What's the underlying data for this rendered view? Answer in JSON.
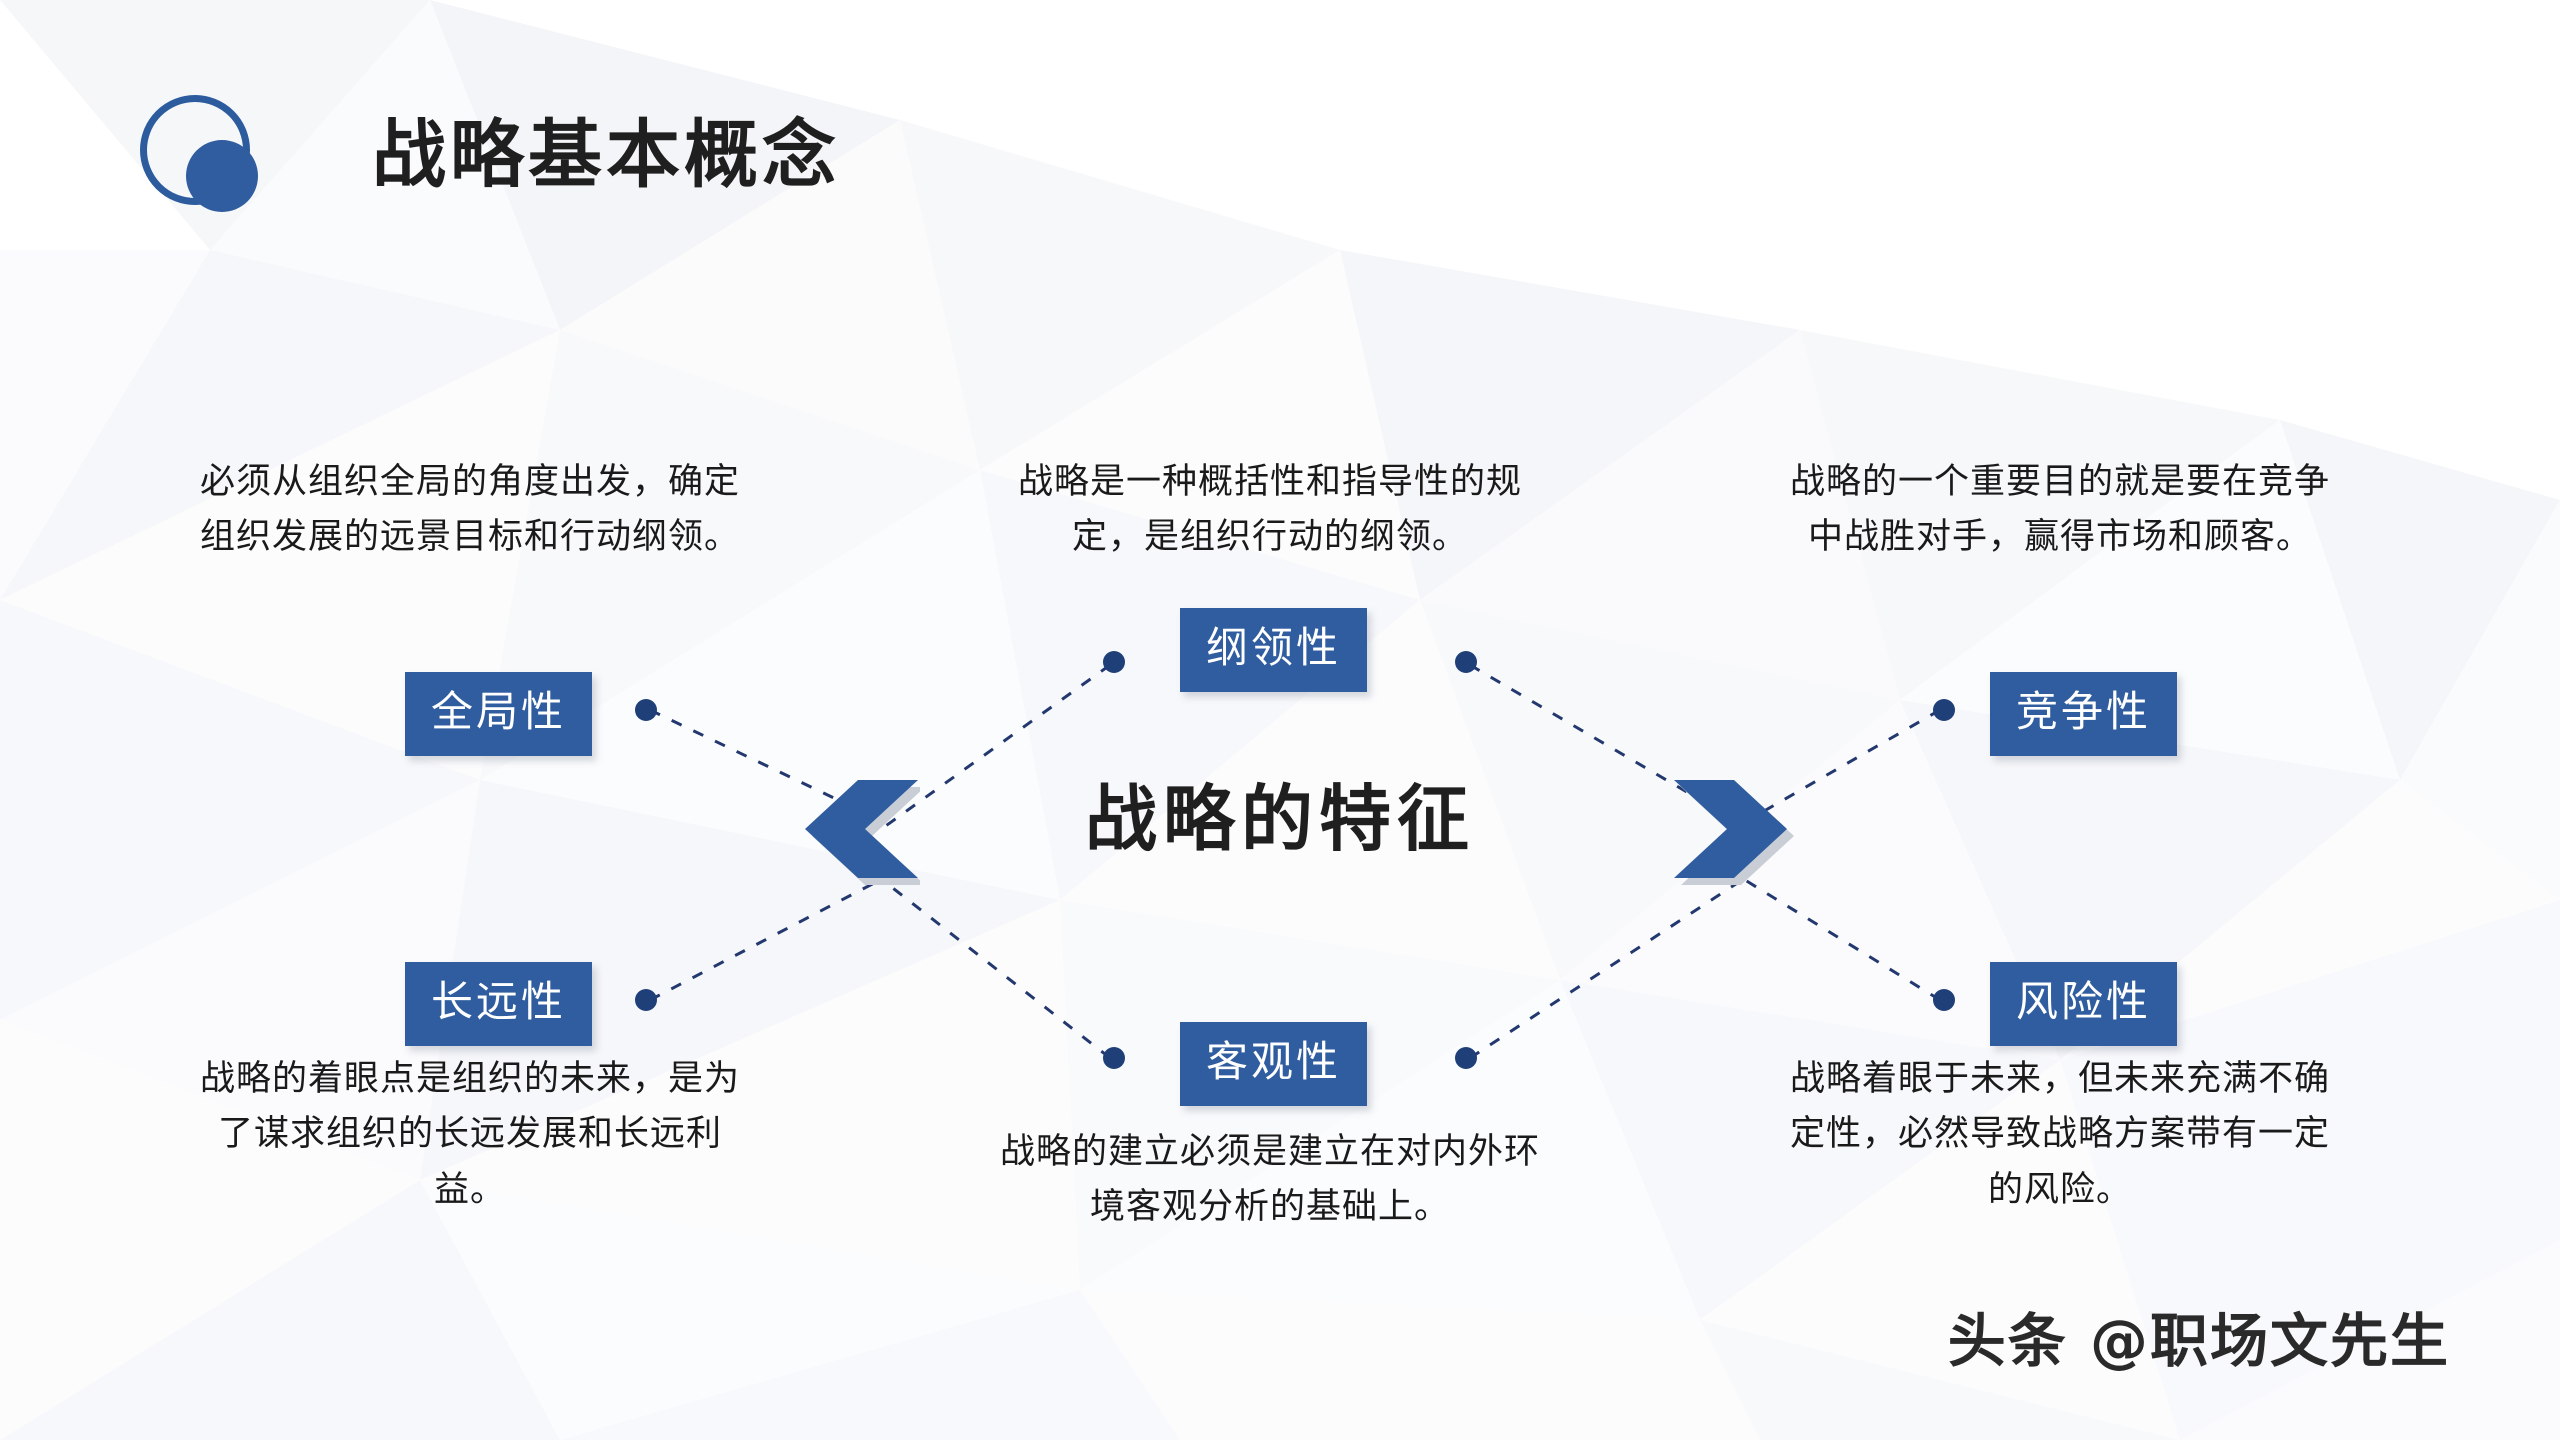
{
  "header": {
    "title": "战略基本概念",
    "logo_icon": "circle-dot-icon"
  },
  "center": {
    "title": "战略的特征",
    "left_arrow_icon": "chevron-left-icon",
    "right_arrow_icon": "chevron-right-icon"
  },
  "colors": {
    "accent": "#2f5d9f",
    "accent_dark": "#1f3f78",
    "text": "#1a1a1a",
    "title": "#1f1f1f",
    "background": "#ffffff"
  },
  "features": [
    {
      "id": "quanjuxing",
      "label": "全局性",
      "description": "必须从组织全局的角度出发，确定组织发展的远景目标和行动纲领。"
    },
    {
      "id": "gangling",
      "label": "纲领性",
      "description": "战略是一种概括性和指导性的规定，是组织行动的纲领。"
    },
    {
      "id": "jingzhengxing",
      "label": "竞争性",
      "description": "战略的一个重要目的就是要在竞争中战胜对手，赢得市场和顾客。"
    },
    {
      "id": "changyuanxing",
      "label": "长远性",
      "description": "战略的着眼点是组织的未来，是为了谋求组织的长远发展和长远利益。"
    },
    {
      "id": "keguanxing",
      "label": "客观性",
      "description": "战略的建立必须是建立在对内外环境客观分析的基础上。"
    },
    {
      "id": "fengxianxing",
      "label": "风险性",
      "description": "战略着眼于未来，但未来充满不确定性，必然导致战略方案带有一定的风险。"
    }
  ],
  "watermark": {
    "text": "头条 @职场文先生"
  }
}
